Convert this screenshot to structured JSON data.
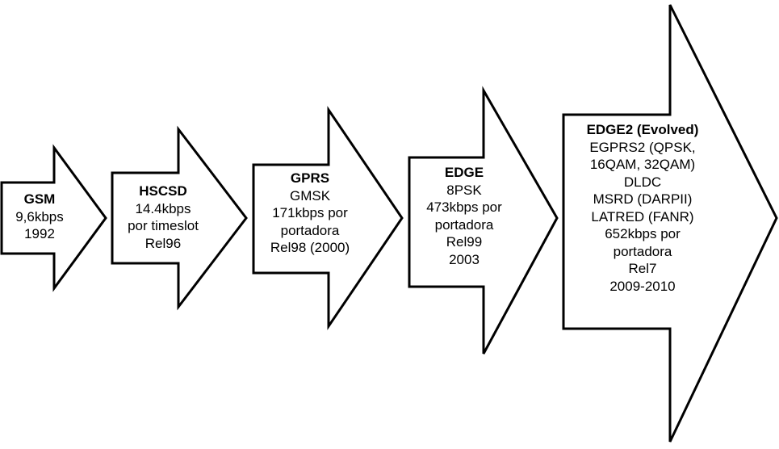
{
  "stages": [
    {
      "title": "GSM",
      "lines": [
        "9,6kbps",
        "1992"
      ]
    },
    {
      "title": "HSCSD",
      "lines": [
        "14.4kbps",
        "por timeslot",
        "Rel96"
      ]
    },
    {
      "title": "GPRS",
      "lines": [
        "GMSK",
        "171kbps por",
        "portadora",
        "Rel98 (2000)"
      ]
    },
    {
      "title": "EDGE",
      "lines": [
        "8PSK",
        "473kbps por",
        "portadora",
        "Rel99",
        "2003"
      ]
    },
    {
      "title": "EDGE2 (Evolved)",
      "lines": [
        "EGPRS2 (QPSK,",
        "16QAM, 32QAM)",
        "DLDC",
        "MSRD (DARPII)",
        "LATRED (FANR)",
        "652kbps  por",
        "portadora",
        "Rel7",
        "2009-2010"
      ]
    }
  ]
}
